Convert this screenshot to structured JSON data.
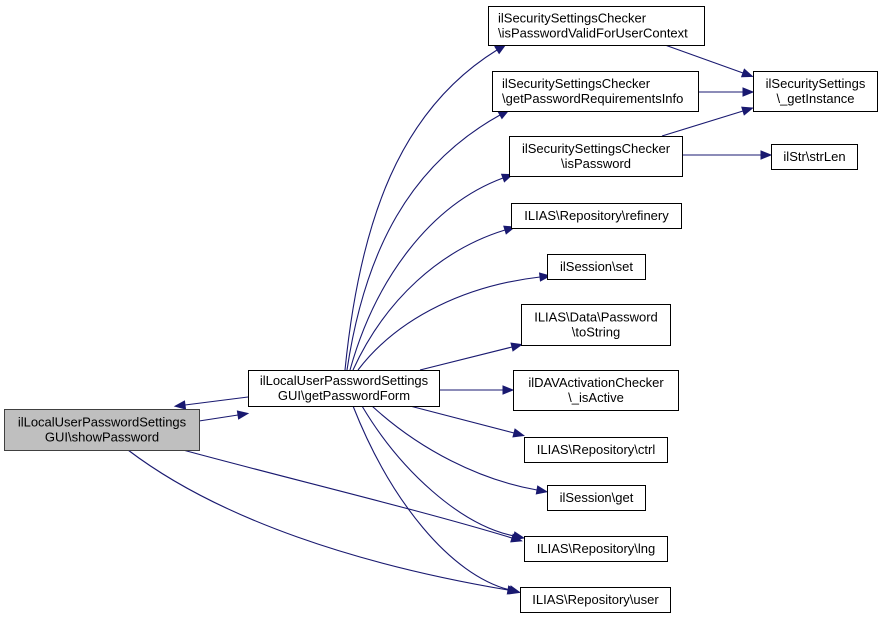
{
  "diagram": {
    "type": "call-graph",
    "edge_color": "#191970",
    "current_node_fill": "#bfbfbf",
    "nodes": [
      {
        "id": "showPassword",
        "lines": [
          "ilLocalUserPasswordSettings",
          "GUI\\showPassword"
        ],
        "current": true
      },
      {
        "id": "getPasswordForm",
        "lines": [
          "ilLocalUserPasswordSettings",
          "GUI\\getPasswordForm"
        ]
      },
      {
        "id": "isPasswordValidForUserContext",
        "lines": [
          "ilSecuritySettingsChecker",
          "\\isPasswordValidForUserContext"
        ],
        "align": "left"
      },
      {
        "id": "getPasswordRequirementsInfo",
        "lines": [
          "ilSecuritySettingsChecker",
          "\\getPasswordRequirementsInfo"
        ],
        "align": "left"
      },
      {
        "id": "isPassword",
        "lines": [
          "ilSecuritySettingsChecker",
          "\\isPassword"
        ]
      },
      {
        "id": "getInstance",
        "lines": [
          "ilSecuritySettings",
          "\\_getInstance"
        ]
      },
      {
        "id": "strLen",
        "lines": [
          "ilStr\\strLen"
        ]
      },
      {
        "id": "refinery",
        "lines": [
          "ILIAS\\Repository\\refinery"
        ]
      },
      {
        "id": "sessionSet",
        "lines": [
          "ilSession\\set"
        ]
      },
      {
        "id": "toString",
        "lines": [
          "ILIAS\\Data\\Password",
          "\\toString"
        ]
      },
      {
        "id": "isActive",
        "lines": [
          "ilDAVActivationChecker",
          "\\_isActive"
        ]
      },
      {
        "id": "ctrl",
        "lines": [
          "ILIAS\\Repository\\ctrl"
        ]
      },
      {
        "id": "sessionGet",
        "lines": [
          "ilSession\\get"
        ]
      },
      {
        "id": "lng",
        "lines": [
          "ILIAS\\Repository\\lng"
        ]
      },
      {
        "id": "user",
        "lines": [
          "ILIAS\\Repository\\user"
        ]
      }
    ],
    "edges": [
      {
        "from": "showPassword",
        "to": "getPasswordForm"
      },
      {
        "from": "getPasswordForm",
        "to": "showPassword"
      },
      {
        "from": "showPassword",
        "to": "lng"
      },
      {
        "from": "showPassword",
        "to": "user"
      },
      {
        "from": "getPasswordForm",
        "to": "isPasswordValidForUserContext"
      },
      {
        "from": "getPasswordForm",
        "to": "getPasswordRequirementsInfo"
      },
      {
        "from": "getPasswordForm",
        "to": "isPassword"
      },
      {
        "from": "getPasswordForm",
        "to": "refinery"
      },
      {
        "from": "getPasswordForm",
        "to": "sessionSet"
      },
      {
        "from": "getPasswordForm",
        "to": "toString"
      },
      {
        "from": "getPasswordForm",
        "to": "isActive"
      },
      {
        "from": "getPasswordForm",
        "to": "ctrl"
      },
      {
        "from": "getPasswordForm",
        "to": "sessionGet"
      },
      {
        "from": "getPasswordForm",
        "to": "lng"
      },
      {
        "from": "getPasswordForm",
        "to": "user"
      },
      {
        "from": "isPasswordValidForUserContext",
        "to": "getInstance"
      },
      {
        "from": "getPasswordRequirementsInfo",
        "to": "getInstance"
      },
      {
        "from": "isPassword",
        "to": "getInstance"
      },
      {
        "from": "isPassword",
        "to": "strLen"
      }
    ]
  }
}
